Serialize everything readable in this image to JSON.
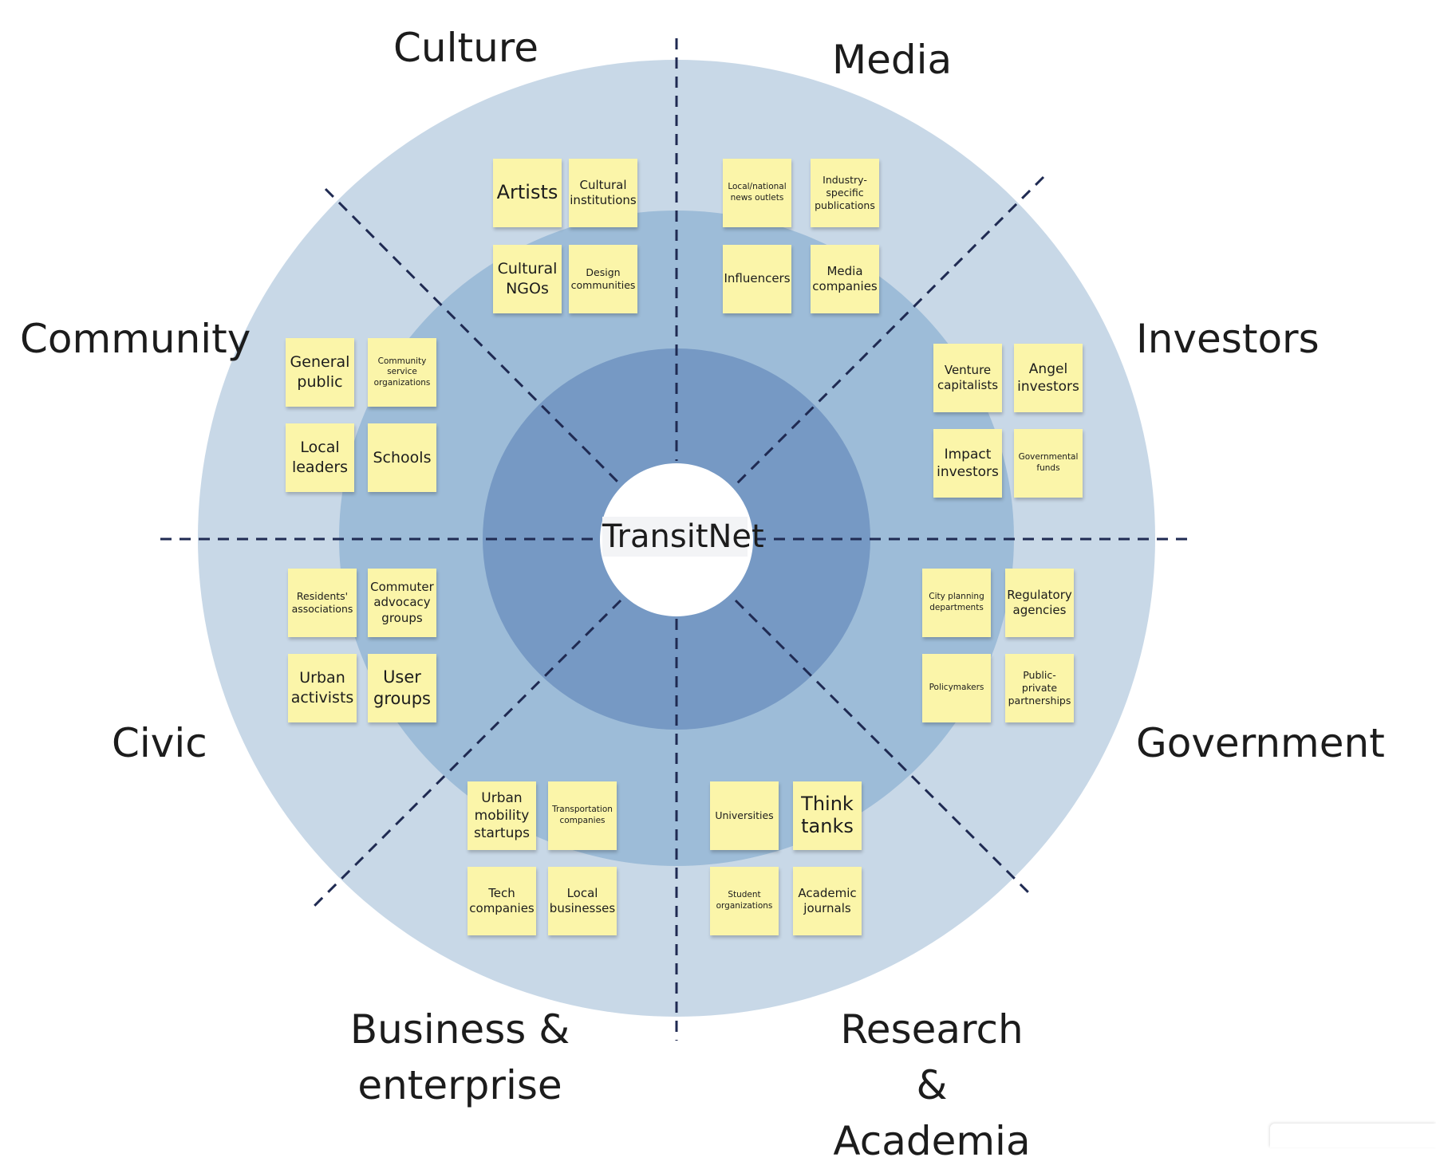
{
  "hub": "TransitNet",
  "sectors": [
    {
      "name": "Culture",
      "stakeholders": [
        "Artists",
        "Cultural institutions",
        "Cultural NGOs",
        "Design communities"
      ]
    },
    {
      "name": "Media",
      "stakeholders": [
        "Local/national news outlets",
        "Industry-specific publications",
        "Influencers",
        "Media companies"
      ]
    },
    {
      "name": "Investors",
      "stakeholders": [
        "Venture capitalists",
        "Angel investors",
        "Impact investors",
        "Governmental funds"
      ]
    },
    {
      "name": "Government",
      "stakeholders": [
        "City planning departments",
        "Regulatory agencies",
        "Policymakers",
        "Public-private partnerships"
      ]
    },
    {
      "name": "Research & Academia",
      "stakeholders": [
        "Universities",
        "Think tanks",
        "Student organizations",
        "Academic journals"
      ]
    },
    {
      "name": "Business & enterprise",
      "stakeholders": [
        "Urban mobility startups",
        "Transportation companies",
        "Tech companies",
        "Local businesses"
      ]
    },
    {
      "name": "Civic",
      "stakeholders": [
        "Residents' associations",
        "Commuter advocacy groups",
        "Urban activists",
        "User groups"
      ]
    },
    {
      "name": "Community",
      "stakeholders": [
        "General public",
        "Community service organizations",
        "Local leaders",
        "Schools"
      ]
    }
  ],
  "colors": {
    "outer_ring": "#c8d8e7",
    "middle_ring": "#9dbcd8",
    "inner_ring": "#7699c4",
    "hub": "#ffffff",
    "sticky_note": "#fbf5a9",
    "divider_lines": "#1f2a52"
  }
}
